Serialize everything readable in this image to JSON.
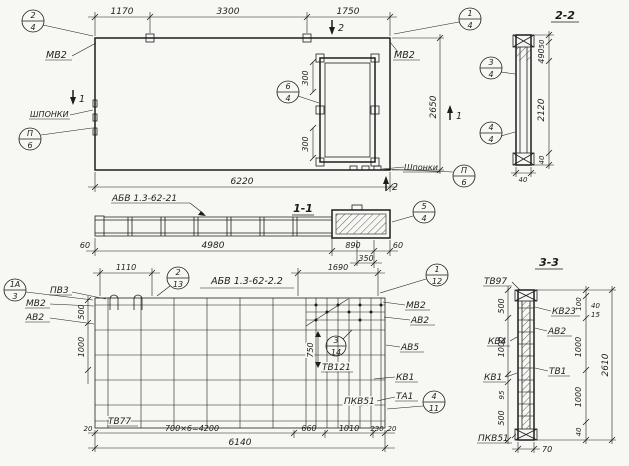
{
  "marks": {
    "s1": "1",
    "s2": "2"
  },
  "elevation": {
    "dim_1170": "1170",
    "dim_3300": "3300",
    "dim_1750": "1750",
    "dim_6220": "6220",
    "dim_2650": "2650",
    "dim_300a": "300",
    "dim_300b": "300",
    "mv2_left": "МВ2",
    "mv2_right": "МВ2",
    "shponki_left": "ШПОНКИ",
    "shponki_right": "Шпонки",
    "c24_top": "2",
    "c24_bot": "4",
    "c14_top": "1",
    "c14_bot": "4",
    "c64_top": "6",
    "c64_bot": "4",
    "cp6l_top": "П",
    "cp6l_bot": "6",
    "cp6r_top": "П",
    "cp6r_bot": "6"
  },
  "sec22": {
    "title": "2-2",
    "dim_50": "50",
    "dim_490": "490",
    "dim_2120": "2120",
    "dim_40r": "40",
    "dim_40b": "40",
    "c34_top": "3",
    "c34_bot": "4",
    "c44_top": "4",
    "c44_bot": "4"
  },
  "sec11": {
    "title": "1-1",
    "mark": "АБВ 1.3-62-21",
    "dim_60l": "60",
    "dim_4980": "4980",
    "dim_890": "890",
    "dim_350": "350",
    "dim_60r": "60",
    "c54_top": "5",
    "c54_bot": "4"
  },
  "rein": {
    "title": "АБВ 1.3-62-2.2",
    "dim_1110": "1110",
    "dim_1690": "1690",
    "dim_750": "750",
    "dim_500": "500",
    "dim_1000": "1000",
    "dim_20l": "20",
    "dim_4200": "700×6=4200",
    "dim_660": "660",
    "dim_1010": "1010",
    "dim_230": "230",
    "dim_20r": "20",
    "dim_6140": "6140",
    "pv3": "ПВ3",
    "mv2_l": "МВ2",
    "av2_l": "АВ2",
    "mv2_r": "МВ2",
    "av2_r": "АВ2",
    "av5": "АВ5",
    "kv1": "КВ1",
    "ta1": "ТА1",
    "pkv51": "ПКВ51",
    "tv121": "ТВ121",
    "tv77": "ТВ77",
    "c1a3_top": "1А",
    "c1a3_bot": "3",
    "c213_top": "2",
    "c213_bot": "13",
    "c112_top": "1",
    "c112_bot": "12",
    "c314_top": "3",
    "c314_bot": "14",
    "c411_top": "4",
    "c411_bot": "11"
  },
  "sec33": {
    "title": "3-3",
    "tv97": "ТВ97",
    "kv23": "КВ23",
    "av2": "АВ2",
    "tv1": "ТВ1",
    "kv4": "КВ4",
    "kv1": "КВ1",
    "pkv51": "ПКВ51",
    "dim_100": "100",
    "dim_40a": "40",
    "dim_15": "15",
    "dim_1000a": "1000",
    "dim_1000b": "1000",
    "dim_40b": "40",
    "dim_2610": "2610",
    "dim_500a": "500",
    "dim_1000l": "1000",
    "dim_95": "95",
    "dim_500b": "500",
    "dim_70": "70"
  }
}
